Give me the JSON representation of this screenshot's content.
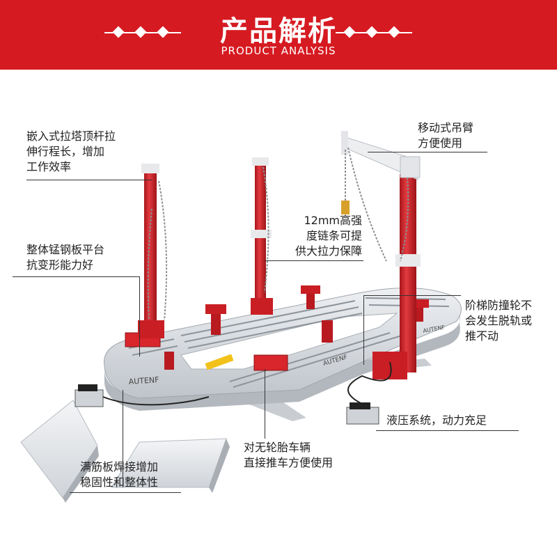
{
  "header": {
    "title": "产品解析",
    "subtitle": "PRODUCT ANALYSIS"
  },
  "brand": "AUTENF",
  "colors": {
    "banner": "#d61a21",
    "tower": "#d8262c",
    "platform": "#d9dde2",
    "text": "#222222"
  },
  "callouts": {
    "tower_pull": [
      "嵌入式拉塔顶杆拉",
      "伸行程长，增加",
      "工作效率"
    ],
    "crane": [
      "移动式吊臂",
      "方便使用"
    ],
    "chain": [
      "12mm高强",
      "度链条可提",
      "供大拉力保障"
    ],
    "steel_plate": [
      "整体锰钢板平台",
      "抗变形能力好"
    ],
    "ladder_wheel": [
      "阶梯防撞轮不",
      "会发生脱轨或",
      "推不动"
    ],
    "hydraulic": [
      "液压系统，动力充足"
    ],
    "no_tire": [
      "对无轮胎车辆",
      "直接推车方便使用"
    ],
    "ribs": [
      "满筋板焊接增加",
      "稳固性和整体性"
    ]
  }
}
